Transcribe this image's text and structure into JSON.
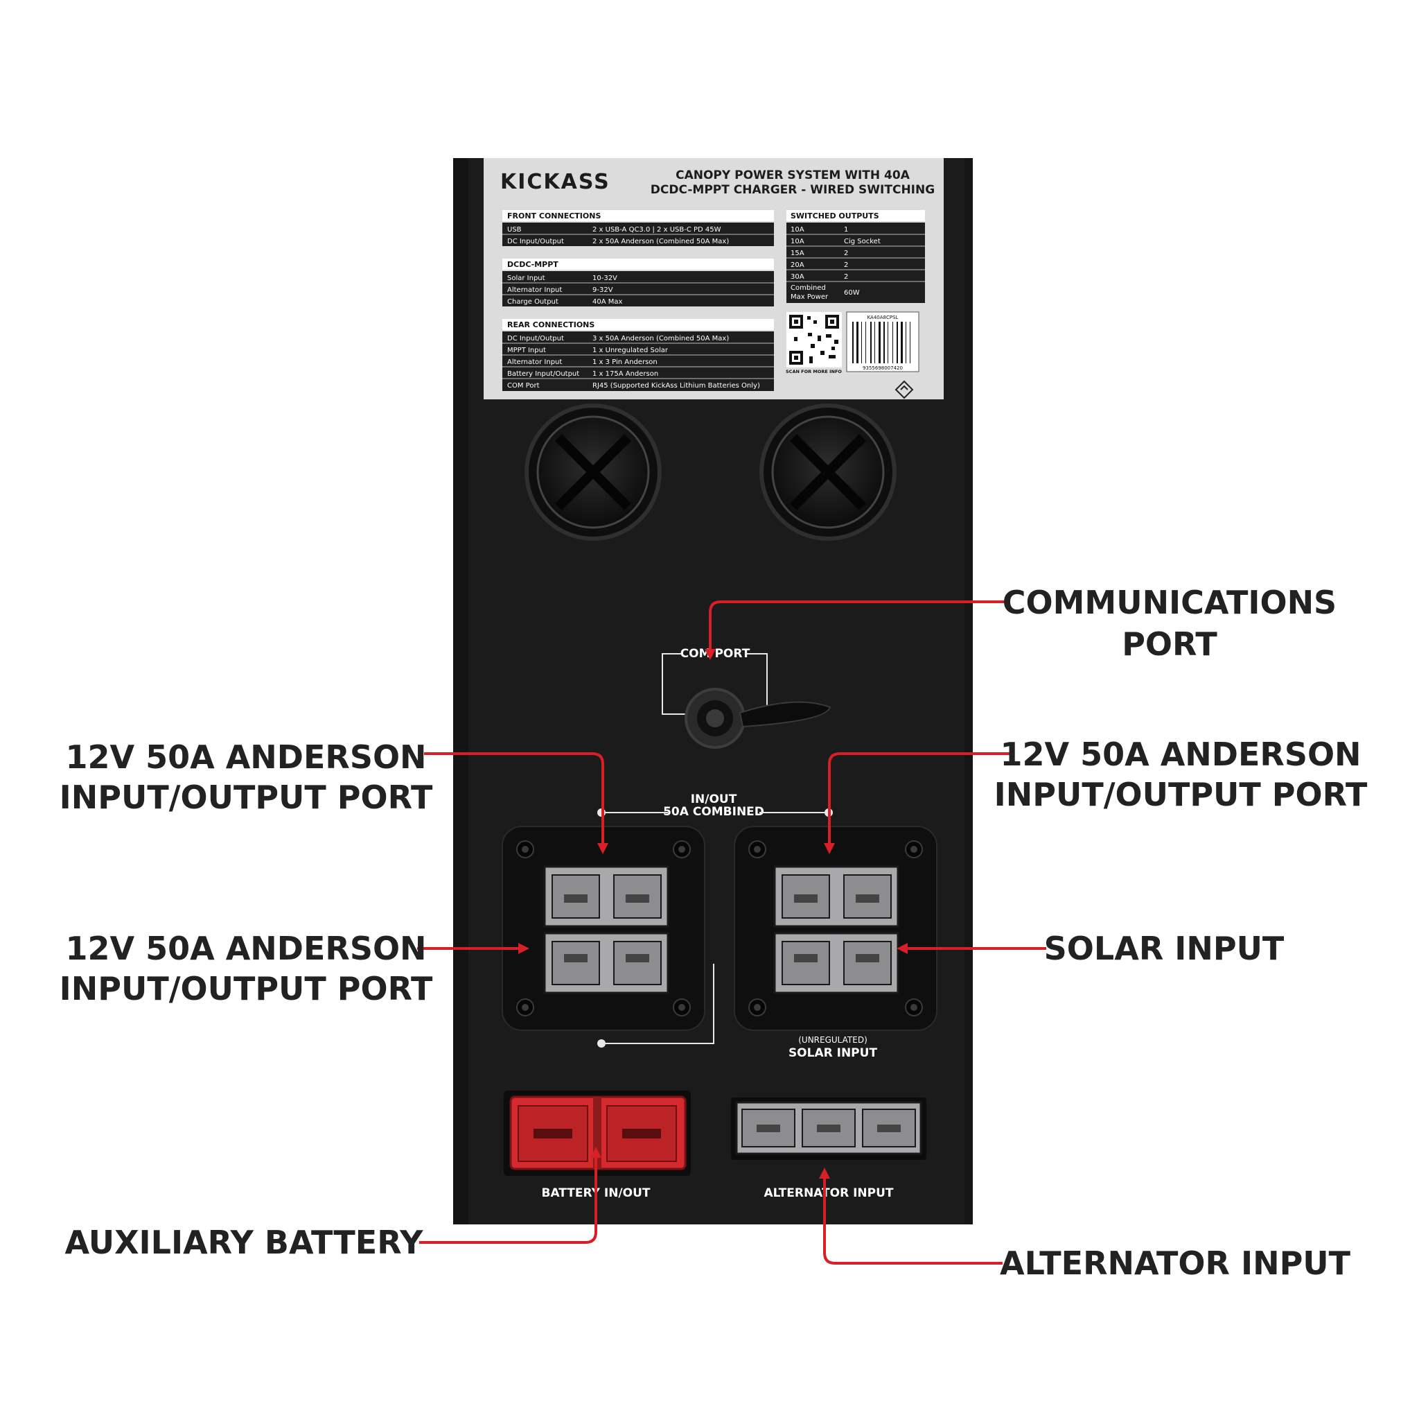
{
  "brand": {
    "logo_text": "KICKASS"
  },
  "product": {
    "title_line1": "CANOPY POWER SYSTEM WITH 40A",
    "title_line2": "DCDC-MPPT CHARGER - WIRED SWITCHING"
  },
  "specs": {
    "front": {
      "header": "FRONT CONNECTIONS",
      "rows": [
        [
          "USB",
          "2 x USB-A QC3.0  |  2 x USB-C PD 45W"
        ],
        [
          "DC Input/Output",
          "2 x 50A Anderson (Combined 50A Max)"
        ]
      ]
    },
    "dcdc": {
      "header": "DCDC-MPPT",
      "rows": [
        [
          "Solar Input",
          "10-32V"
        ],
        [
          "Alternator Input",
          "9-32V"
        ],
        [
          "Charge Output",
          "40A Max"
        ]
      ]
    },
    "rear": {
      "header": "REAR CONNECTIONS",
      "rows": [
        [
          "DC Input/Output",
          "3 x 50A Anderson (Combined 50A Max)"
        ],
        [
          "MPPT Input",
          "1 x Unregulated Solar"
        ],
        [
          "Alternator Input",
          "1 x 3 Pin Anderson"
        ],
        [
          "Battery Input/Output",
          "1 x 175A Anderson"
        ],
        [
          "COM Port",
          "RJ45 (Supported KickAss Lithium Batteries Only)"
        ]
      ]
    },
    "switched": {
      "header": "SWITCHED OUTPUTS",
      "rows": [
        [
          "10A",
          "1"
        ],
        [
          "10A",
          "Cig Socket"
        ],
        [
          "15A",
          "2"
        ],
        [
          "20A",
          "2"
        ],
        [
          "30A",
          "2"
        ]
      ],
      "combined_label_1": "Combined",
      "combined_label_2": "Max Power",
      "combined_value": "60W"
    },
    "qr_caption": "SCAN FOR MORE INFO",
    "sku": "KA40A8CPSL",
    "barcode_number": "9355698007420"
  },
  "panel_labels": {
    "com_port": "COM PORT",
    "inout_1": "IN/OUT",
    "inout_2": "50A COMBINED",
    "solar_small": "(UNREGULATED)",
    "solar": "SOLAR INPUT",
    "battery": "BATTERY IN/OUT",
    "alternator": "ALTERNATOR INPUT"
  },
  "callouts": {
    "communications_1": "COMMUNICATIONS",
    "communications_2": "PORT",
    "anderson_top_left_1": "12V 50A ANDERSON",
    "anderson_top_left_2": "INPUT/OUTPUT PORT",
    "anderson_top_right_1": "12V 50A ANDERSON",
    "anderson_top_right_2": "INPUT/OUTPUT PORT",
    "anderson_bottom_left_1": "12V 50A ANDERSON",
    "anderson_bottom_left_2": "INPUT/OUTPUT PORT",
    "solar_input": "SOLAR INPUT",
    "auxiliary_battery": "AUXILIARY BATTERY",
    "alternator_input": "ALTERNATOR INPUT"
  },
  "colors": {
    "device_body": "#1b1b1c",
    "arrow_red": "#d81e27",
    "anderson_grey": "#a9a9ab",
    "anderson_red": "#d42a2d",
    "label_plate": "#d9d9d9"
  }
}
